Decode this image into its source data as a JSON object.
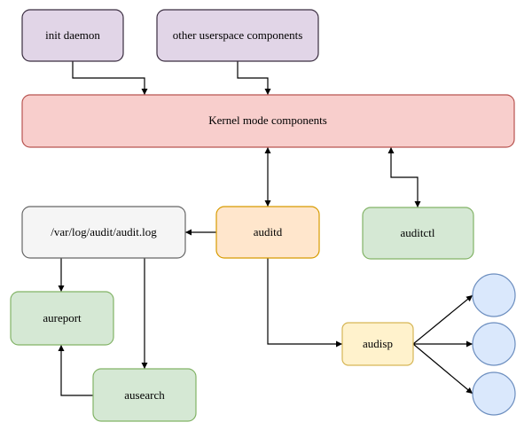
{
  "diagram": {
    "nodes": {
      "init_daemon": {
        "label": "init daemon",
        "fill": "#e1d5e7",
        "stroke": "#3a2d40"
      },
      "userspace": {
        "label": "other userspace components",
        "fill": "#e1d5e7",
        "stroke": "#3a2d40"
      },
      "kernel": {
        "label": "Kernel mode components",
        "fill": "#f8cecc",
        "stroke": "#b85450"
      },
      "audit_log": {
        "label": "/var/log/audit/audit.log",
        "fill": "#f5f5f5",
        "stroke": "#666666"
      },
      "auditd": {
        "label": "auditd",
        "fill": "#ffe6cc",
        "stroke": "#d79b00"
      },
      "auditctl": {
        "label": "auditctl",
        "fill": "#d5e8d4",
        "stroke": "#82b366"
      },
      "aureport": {
        "label": "aureport",
        "fill": "#d5e8d4",
        "stroke": "#82b366"
      },
      "ausearch": {
        "label": "ausearch",
        "fill": "#d5e8d4",
        "stroke": "#82b366"
      },
      "audisp": {
        "label": "audisp",
        "fill": "#fff2cc",
        "stroke": "#d6b656"
      },
      "plugin_1": {
        "label": "",
        "fill": "#dae8fc",
        "stroke": "#6c8ebf"
      },
      "plugin_2": {
        "label": "",
        "fill": "#dae8fc",
        "stroke": "#6c8ebf"
      },
      "plugin_3": {
        "label": "",
        "fill": "#dae8fc",
        "stroke": "#6c8ebf"
      }
    },
    "edges": [
      {
        "name": "edge-init-to-kernel",
        "from": "init_daemon",
        "to": "kernel",
        "bidirectional": false
      },
      {
        "name": "edge-userspace-to-kernel",
        "from": "userspace",
        "to": "kernel",
        "bidirectional": false
      },
      {
        "name": "edge-kernel-auditd",
        "from": "kernel",
        "to": "auditd",
        "bidirectional": true
      },
      {
        "name": "edge-kernel-auditctl",
        "from": "kernel",
        "to": "auditctl",
        "bidirectional": true
      },
      {
        "name": "edge-auditd-to-log",
        "from": "auditd",
        "to": "audit_log",
        "bidirectional": false
      },
      {
        "name": "edge-log-to-aureport",
        "from": "audit_log",
        "to": "aureport",
        "bidirectional": false
      },
      {
        "name": "edge-log-to-ausearch",
        "from": "audit_log",
        "to": "ausearch",
        "bidirectional": false
      },
      {
        "name": "edge-ausearch-to-aureport",
        "from": "ausearch",
        "to": "aureport",
        "bidirectional": false
      },
      {
        "name": "edge-auditd-to-audisp",
        "from": "auditd",
        "to": "audisp",
        "bidirectional": false
      },
      {
        "name": "edge-audisp-to-plugin-1",
        "from": "audisp",
        "to": "plugin_1",
        "bidirectional": false
      },
      {
        "name": "edge-audisp-to-plugin-2",
        "from": "audisp",
        "to": "plugin_2",
        "bidirectional": false
      },
      {
        "name": "edge-audisp-to-plugin-3",
        "from": "audisp",
        "to": "plugin_3",
        "bidirectional": false
      }
    ],
    "edge_color": "#000000"
  }
}
